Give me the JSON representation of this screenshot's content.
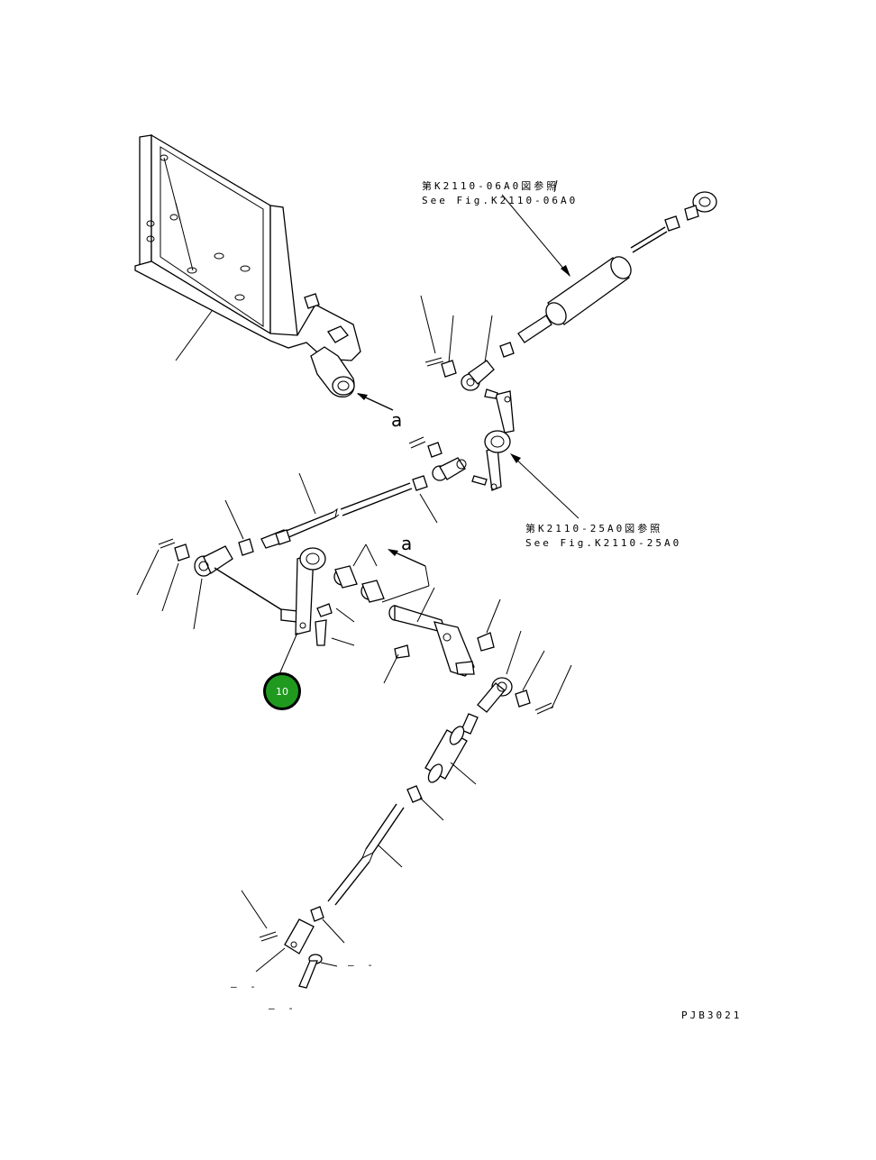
{
  "refs": {
    "top_jp": "第K2110-06A0図参照",
    "top_en": "See Fig.K2110-06A0",
    "mid_jp": "第K2110-25A0図参照",
    "mid_en": "See Fig.K2110-25A0"
  },
  "view_marks": {
    "upper": "a",
    "lower": "a"
  },
  "hotspot": {
    "label": "10",
    "color": "#1f9a1f"
  },
  "drawing_code": "PJB3021",
  "dash_marks": {
    "left": "— -",
    "bottom": "— -",
    "right": "— -"
  }
}
